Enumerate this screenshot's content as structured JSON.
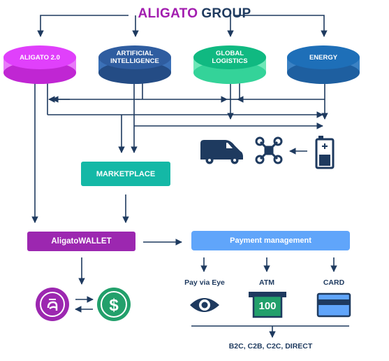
{
  "header": {
    "brand": "ALIGATO",
    "group": "GROUP"
  },
  "divisions": [
    {
      "label": "ALIGATO 2.0",
      "color": "#e040fb"
    },
    {
      "label": "ARTIFICIAL INTELLIGENCE",
      "color": "#2f5da0"
    },
    {
      "label": "GLOBAL LOGISTICS",
      "color": "#10b981"
    },
    {
      "label": "ENERGY",
      "color": "#1e6fb8"
    }
  ],
  "boxes": {
    "marketplace": "MARKETPLACE",
    "wallet": "AligatoWALLET",
    "payment": "Payment management"
  },
  "payment_methods": {
    "eye": "Pay via Eye",
    "atm": "ATM",
    "atm_amount": "100",
    "card": "CARD"
  },
  "channels": "B2C, C2B, C2C, DIRECT",
  "icons": [
    "van-icon",
    "drone-icon",
    "battery-icon",
    "aligato-coin-icon",
    "dollar-coin-icon",
    "eye-icon",
    "atm-icon",
    "card-icon",
    "exchange-arrows-icon"
  ],
  "colors": {
    "navy": "#1e3a5f",
    "purple": "#a21caf",
    "teal": "#14b8a6",
    "green": "#22a06b",
    "blue": "#60a5fa"
  }
}
